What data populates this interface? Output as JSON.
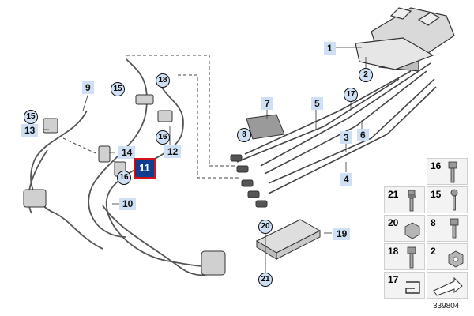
{
  "callouts_boxed": [
    {
      "id": "1",
      "label": "1"
    },
    {
      "id": "3",
      "label": "3"
    },
    {
      "id": "4",
      "label": "4"
    },
    {
      "id": "5",
      "label": "5"
    },
    {
      "id": "6",
      "label": "6"
    },
    {
      "id": "7",
      "label": "7"
    },
    {
      "id": "9",
      "label": "9"
    },
    {
      "id": "10",
      "label": "10"
    },
    {
      "id": "12",
      "label": "12"
    },
    {
      "id": "13",
      "label": "13"
    },
    {
      "id": "14",
      "label": "14"
    },
    {
      "id": "19",
      "label": "19"
    }
  ],
  "callouts_circled": [
    {
      "id": "2",
      "label": "2"
    },
    {
      "id": "8",
      "label": "8"
    },
    {
      "id": "15a",
      "label": "15"
    },
    {
      "id": "15b",
      "label": "15"
    },
    {
      "id": "16a",
      "label": "16"
    },
    {
      "id": "16b",
      "label": "16"
    },
    {
      "id": "17",
      "label": "17"
    },
    {
      "id": "18",
      "label": "18"
    },
    {
      "id": "20",
      "label": "20"
    },
    {
      "id": "21",
      "label": "21"
    }
  ],
  "highlight": {
    "label": "11"
  },
  "legend_grid": [
    {
      "label": "16"
    },
    {
      "label": "21"
    },
    {
      "label": "15"
    },
    {
      "label": "20"
    },
    {
      "label": "8"
    },
    {
      "label": "18"
    },
    {
      "label": "2"
    },
    {
      "label": "17"
    },
    {
      "label": ""
    }
  ],
  "diagram_number": "339804",
  "colors": {
    "callout_bg": "#cfe0f4",
    "highlight_border": "#d0141c",
    "highlight_bg": "#0f3d8f",
    "line": "#333333"
  }
}
